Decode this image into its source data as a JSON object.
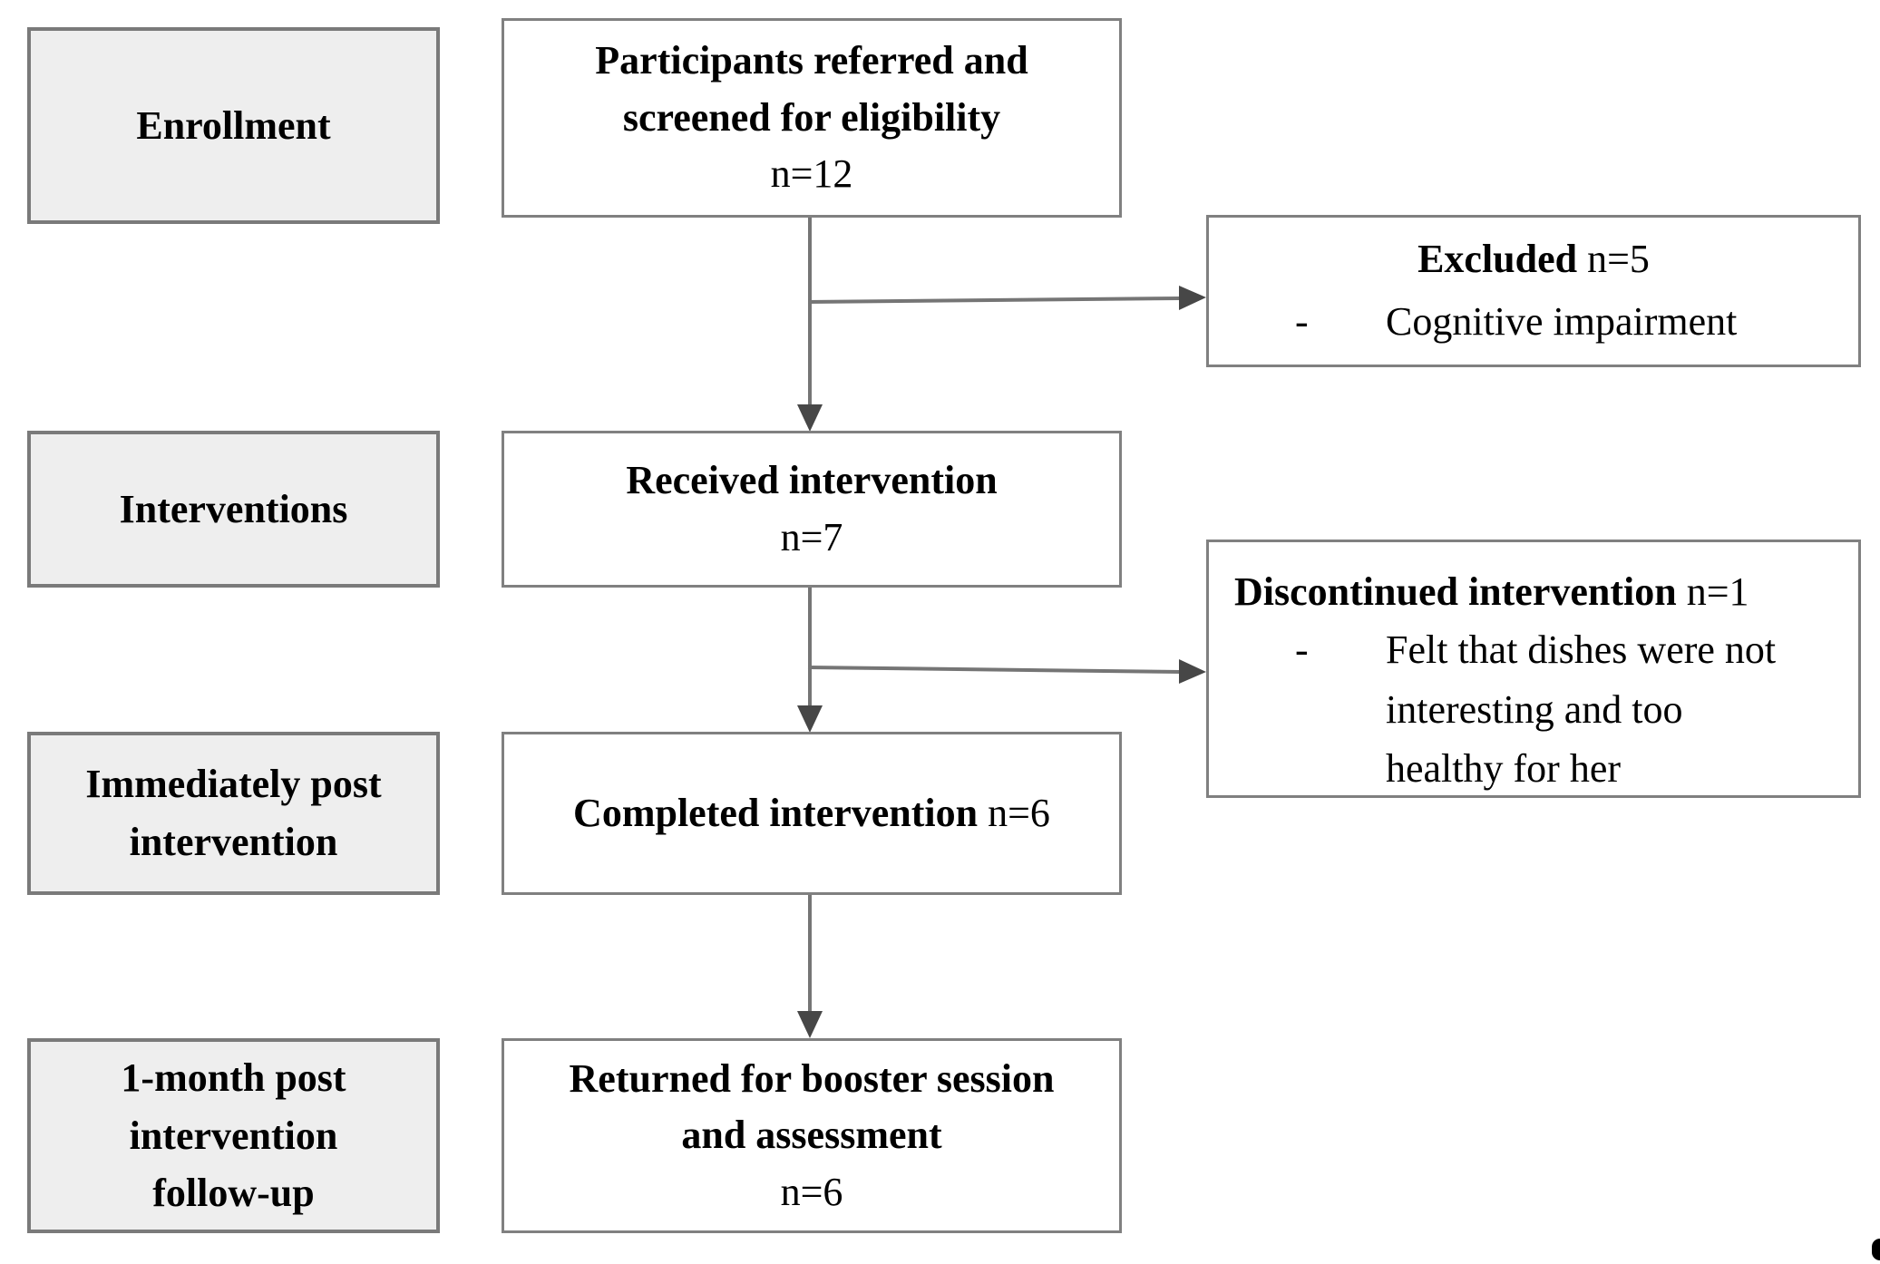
{
  "diagram": {
    "stages": [
      {
        "label_lines": [
          "Enrollment"
        ]
      },
      {
        "label_lines": [
          "Interventions"
        ]
      },
      {
        "label_lines": [
          "Immediately post",
          "intervention"
        ]
      },
      {
        "label_lines": [
          "1-month post",
          "intervention",
          "follow-up"
        ]
      }
    ],
    "flow": [
      {
        "title_lines": [
          "Participants referred and",
          "screened for eligibility"
        ],
        "n": "n=12"
      },
      {
        "title_lines": [
          "Received intervention"
        ],
        "n": "n=7"
      },
      {
        "title_inline": "Completed intervention",
        "n": "n=6"
      },
      {
        "title_lines": [
          "Returned for booster session",
          "and assessment"
        ],
        "n": "n=6"
      }
    ],
    "exclusions": [
      {
        "title": "Excluded",
        "n": "n=5",
        "bullet_dash": "-",
        "bullet_lines": [
          "Cognitive impairment"
        ]
      },
      {
        "title": "Discontinued intervention",
        "n": "n=1",
        "bullet_dash": "-",
        "bullet_lines": [
          "Felt that dishes were not",
          "interesting and too",
          "healthy for her"
        ]
      }
    ],
    "colors": {
      "stage_fill": "#eeeeee",
      "box_border": "#7d7d7d",
      "arrow_line": "#757575",
      "arrow_head": "#474747",
      "text": "#000000"
    }
  }
}
